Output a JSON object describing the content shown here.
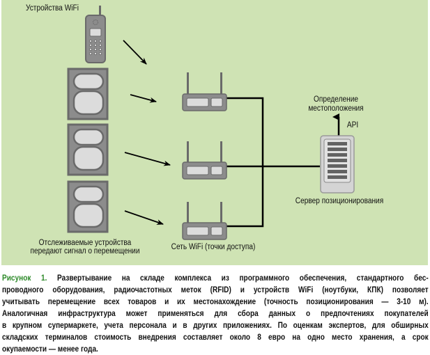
{
  "diagram": {
    "labels": {
      "wifi_devices": "Устройства WiFi",
      "tracked_devices_line1": "Отслеживаемые устройства",
      "tracked_devices_line2": "передают сигнал о перемещении",
      "wifi_network": "Сеть WiFi (точки доступа)",
      "location_line1": "Определение",
      "location_line2": "местоположения",
      "api": "API",
      "server": "Сервер позиционирования"
    },
    "colors": {
      "background": "#cfe3b4",
      "device_body": "#8c8c8c",
      "device_border": "#6a6a6a",
      "device_face": "#dcdcdc",
      "line": "#000000",
      "caption_figure": "#2e8a2a"
    },
    "icons": {
      "phone": "mobile-phone-icon",
      "tag": "rfid-tag-icon",
      "access_point": "wifi-access-point-icon",
      "server": "server-icon"
    }
  },
  "caption": {
    "figure_label": "Рисунок 1.",
    "lines": [
      " Развертывание на складе комплекса из программного обеспечения, стандартного бес-",
      "проводного оборудования, радиочастотных меток (RFID) и устройств WiFi (ноутбуки, КПК) позволяет",
      "учитывать перемещение всех товаров и их местонахождение (точность позиционирования — 3-10 м).",
      "Аналогичная инфраструктура может применяться для сбора данных о предпочтениях покупателей",
      "в крупном супермаркете, учета персонала и в других приложениях. По оценкам экспертов, для обширных",
      "складских терминалов стоимость внедрения составляет около 8 евро на одно место хранения, а срок",
      "окупаемости — менее года."
    ]
  }
}
